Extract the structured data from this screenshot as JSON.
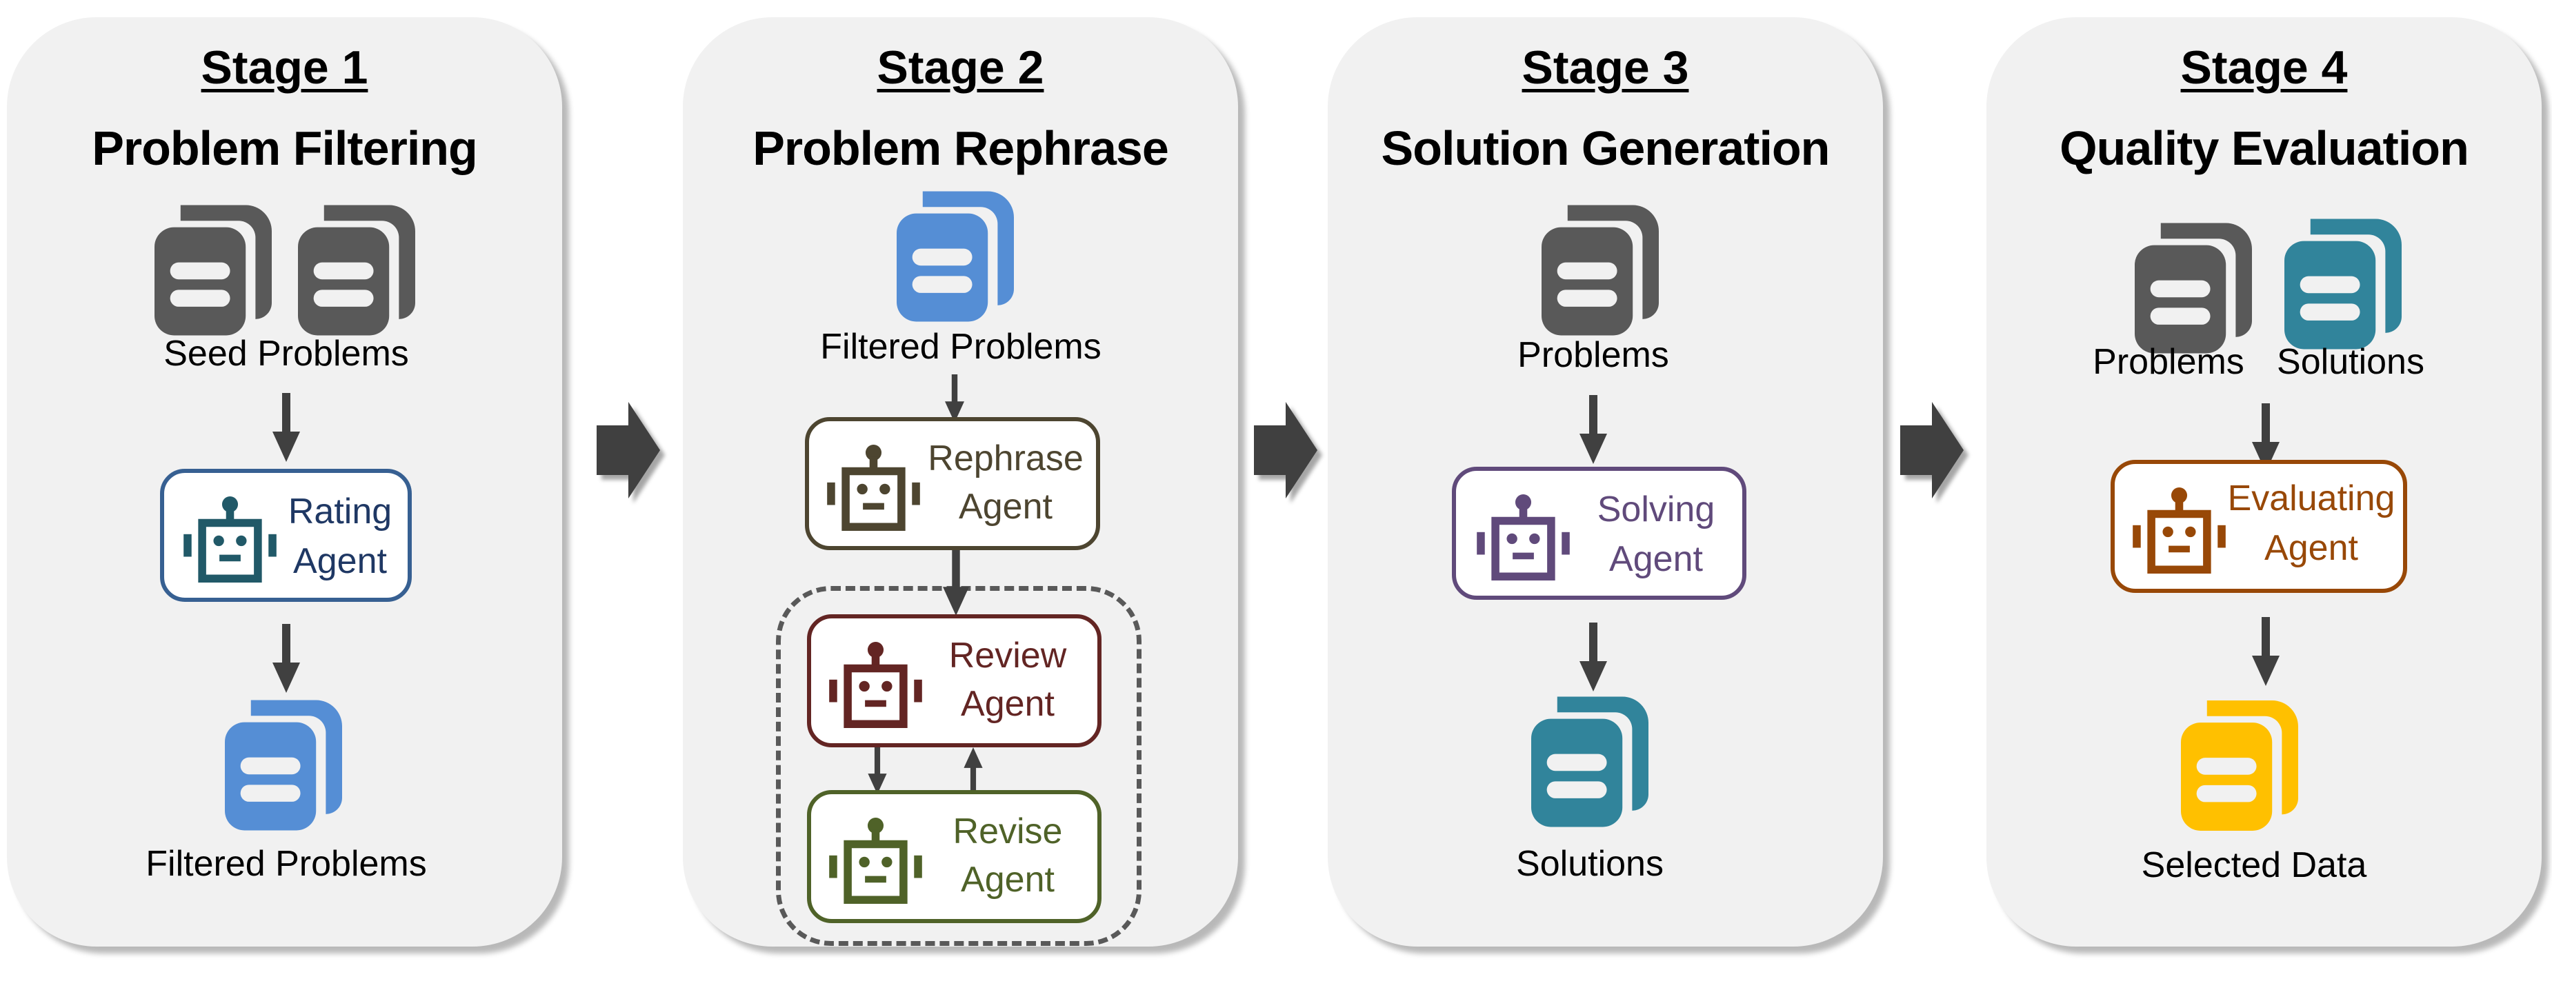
{
  "colors": {
    "panel_bg": "#f1f1f1",
    "arrow": "#404040",
    "doc_gray": "#595959",
    "doc_blue": "#558ed5",
    "doc_teal": "#31849b",
    "doc_yellow": "#ffc000",
    "rating": "#215968",
    "rating_border": "#376092",
    "rating_text": "#1f3864",
    "rephrase": "#4d4530",
    "review": "#632523",
    "revise": "#4f6228",
    "solving": "#604a7b",
    "evaluating": "#984807"
  },
  "stages": [
    {
      "number": "Stage 1",
      "title": "Problem Filtering",
      "input_label": "Seed Problems",
      "agent": {
        "line1": "Rating",
        "line2": "Agent",
        "icon": "robot-icon"
      },
      "output_label": "Filtered Problems"
    },
    {
      "number": "Stage 2",
      "title": "Problem Rephrase",
      "input_label": "Filtered Problems",
      "agents": [
        {
          "line1": "Rephrase",
          "line2": "Agent",
          "icon": "robot-icon"
        },
        {
          "line1": "Review",
          "line2": "Agent",
          "icon": "robot-icon"
        },
        {
          "line1": "Revise",
          "line2": "Agent",
          "icon": "robot-icon"
        }
      ]
    },
    {
      "number": "Stage 3",
      "title": "Solution Generation",
      "input_label": "Problems",
      "agent": {
        "line1": "Solving",
        "line2": "Agent",
        "icon": "robot-icon"
      },
      "output_label": "Solutions"
    },
    {
      "number": "Stage 4",
      "title": "Quality Evaluation",
      "input_labels": [
        "Problems",
        "Solutions"
      ],
      "agent": {
        "line1": "Evaluating",
        "line2": "Agent",
        "icon": "robot-icon"
      },
      "output_label": "Selected Data"
    }
  ],
  "icons": {
    "document": "document-stack-icon",
    "agent": "robot-icon",
    "flow": "arrow-right-icon"
  }
}
